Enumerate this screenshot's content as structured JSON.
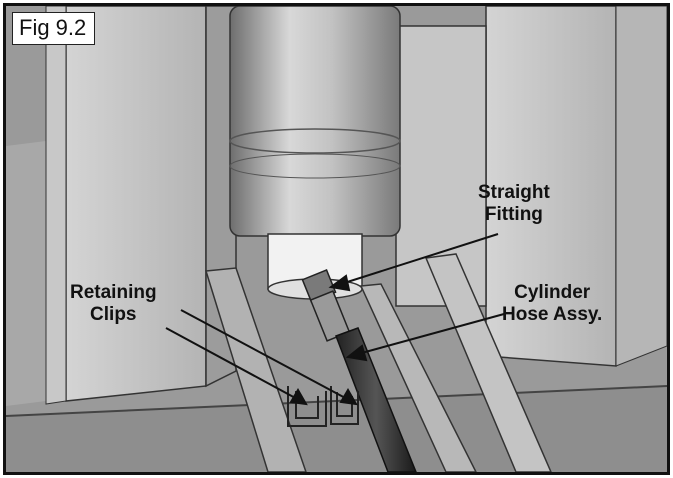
{
  "figure": {
    "label": "Fig 9.2"
  },
  "callouts": {
    "straight_fitting": {
      "line1": "Straight",
      "line2": "Fitting"
    },
    "cylinder_hose": {
      "line1": "Cylinder",
      "line2": "Hose Assy."
    },
    "retaining_clips": {
      "line1": "Retaining",
      "line2": "Clips"
    }
  }
}
